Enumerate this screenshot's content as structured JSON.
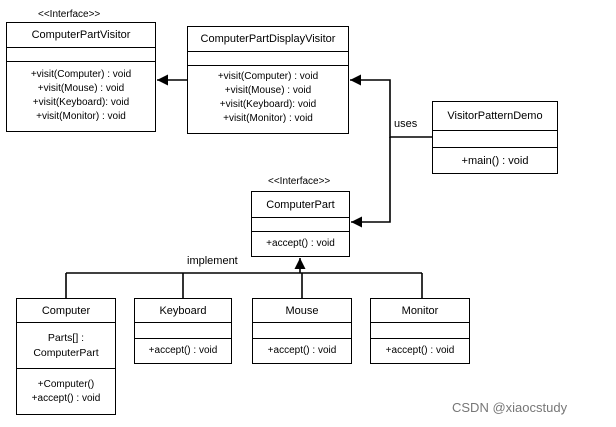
{
  "stereotypes": {
    "visitor_interface": "<<Interface>>",
    "part_interface": "<<Interface>>"
  },
  "classes": {
    "computer_part_visitor": {
      "name": "ComputerPartVisitor",
      "methods": [
        "+visit(Computer)  : void",
        "+visit(Mouse)  : void",
        "+visit(Keyboard):  void",
        "+visit(Monitor)  : void"
      ]
    },
    "computer_part_display_visitor": {
      "name": "ComputerPartDisplayVisitor",
      "methods": [
        "+visit(Computer)  : void",
        "+visit(Mouse)  : void",
        "+visit(Keyboard):  void",
        "+visit(Monitor)  : void"
      ]
    },
    "visitor_pattern_demo": {
      "name": "VisitorPatternDemo",
      "methods": [
        "+main() : void"
      ]
    },
    "computer_part": {
      "name": "ComputerPart",
      "methods": [
        "+accept() : void"
      ]
    },
    "computer": {
      "name": "Computer",
      "attributes": [
        "Parts[] :",
        "ComputerPart"
      ],
      "methods": [
        "+Computer()",
        "+accept() : void"
      ]
    },
    "keyboard": {
      "name": "Keyboard",
      "methods": [
        "+accept() : void"
      ]
    },
    "mouse": {
      "name": "Mouse",
      "methods": [
        "+accept() : void"
      ]
    },
    "monitor": {
      "name": "Monitor",
      "methods": [
        "+accept() : void"
      ]
    }
  },
  "relations": {
    "uses_label": "uses",
    "implement_label": "implement"
  },
  "watermark": "CSDN @xiaocstudy",
  "colors": {
    "line": "#000000",
    "watermark": "#777777"
  }
}
